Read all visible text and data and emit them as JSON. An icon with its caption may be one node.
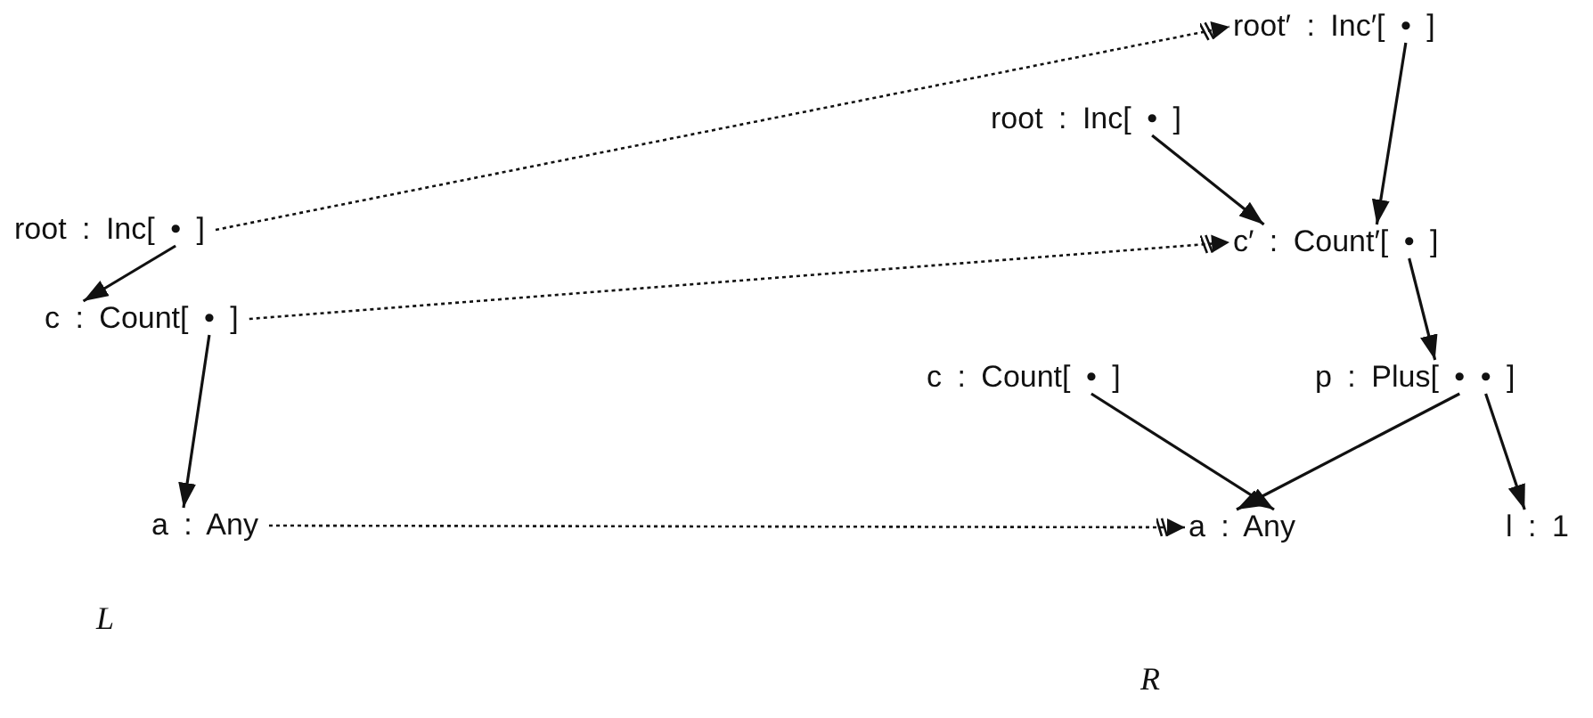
{
  "diagram": {
    "nodes": [
      {
        "text": [
          "root : Inc[ • ]"
        ]
      },
      {
        "text": [
          "c : Count[ • ]"
        ]
      },
      {
        "text": [
          "a : Any"
        ]
      },
      {
        "text": [
          "root′ : Inc′[ • ]"
        ]
      },
      {
        "text": [
          "root : Inc[ • ]"
        ]
      },
      {
        "text": [
          "c′ : Count′[ • ]"
        ]
      },
      {
        "text": [
          "c : Count[ • ]"
        ]
      },
      {
        "text": [
          "p : Plus[ • • ]"
        ]
      },
      {
        "text": [
          "a : Any"
        ]
      },
      {
        "text": [
          "l : 1"
        ]
      }
    ],
    "edges": [
      {
        "from": 0,
        "to": 1,
        "arrow": "to"
      },
      {
        "from": 1,
        "to": 2,
        "arrow": "to"
      },
      {
        "from": 3,
        "to": 5,
        "arrow": "to"
      },
      {
        "from": 4,
        "to": 5,
        "arrow": "to"
      },
      {
        "from": 5,
        "to": 7,
        "arrow": "to"
      },
      {
        "from": 6,
        "to": 8,
        "arrow": "to"
      },
      {
        "from": 7,
        "to": 8,
        "arrow": "to"
      },
      {
        "from": 7,
        "to": 9,
        "arrow": "to"
      },
      {
        "from": 0,
        "to": 3,
        "arrow": "to",
        "style": "dashed"
      },
      {
        "from": 1,
        "to": 5,
        "arrow": "to",
        "style": "dashed"
      },
      {
        "from": 2,
        "to": 8,
        "arrow": "to",
        "style": "dashed"
      }
    ],
    "labels": [
      "L",
      "R"
    ]
  }
}
